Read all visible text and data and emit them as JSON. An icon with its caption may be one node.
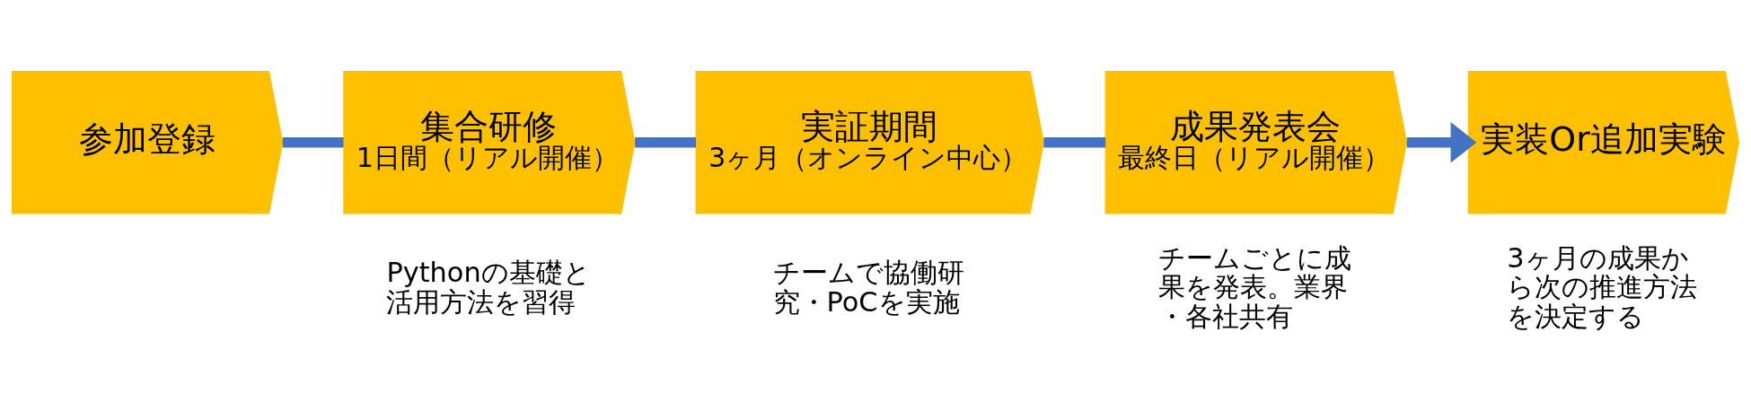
{
  "diagram": {
    "nodes": [
      {
        "text": [
          "参加登録"
        ]
      },
      {
        "text": [
          "集合研修",
          "1日間（リアル開催）"
        ],
        "beside": [
          "Pythonの基礎と活用方法を習得"
        ]
      },
      {
        "text": [
          "実証期間",
          "3ヶ月（オンライン中心）"
        ],
        "beside": [
          "チームで協働研究・PoCを実施"
        ]
      },
      {
        "text": [
          "成果発表会",
          "最終日（リアル開催）"
        ],
        "beside": [
          "チームごとに成果を発表。業界・各社共有"
        ]
      },
      {
        "text": [
          "実装Or追加実験"
        ],
        "beside": [
          "3ヶ月の成果から次の推進方法を決定する"
        ]
      }
    ],
    "edges": [
      {
        "from": 0,
        "to": 1,
        "arrow": "none"
      },
      {
        "from": 1,
        "to": 2,
        "arrow": "none"
      },
      {
        "from": 2,
        "to": 3,
        "arrow": "none"
      },
      {
        "from": 3,
        "to": 4,
        "arrow": "to"
      }
    ]
  }
}
